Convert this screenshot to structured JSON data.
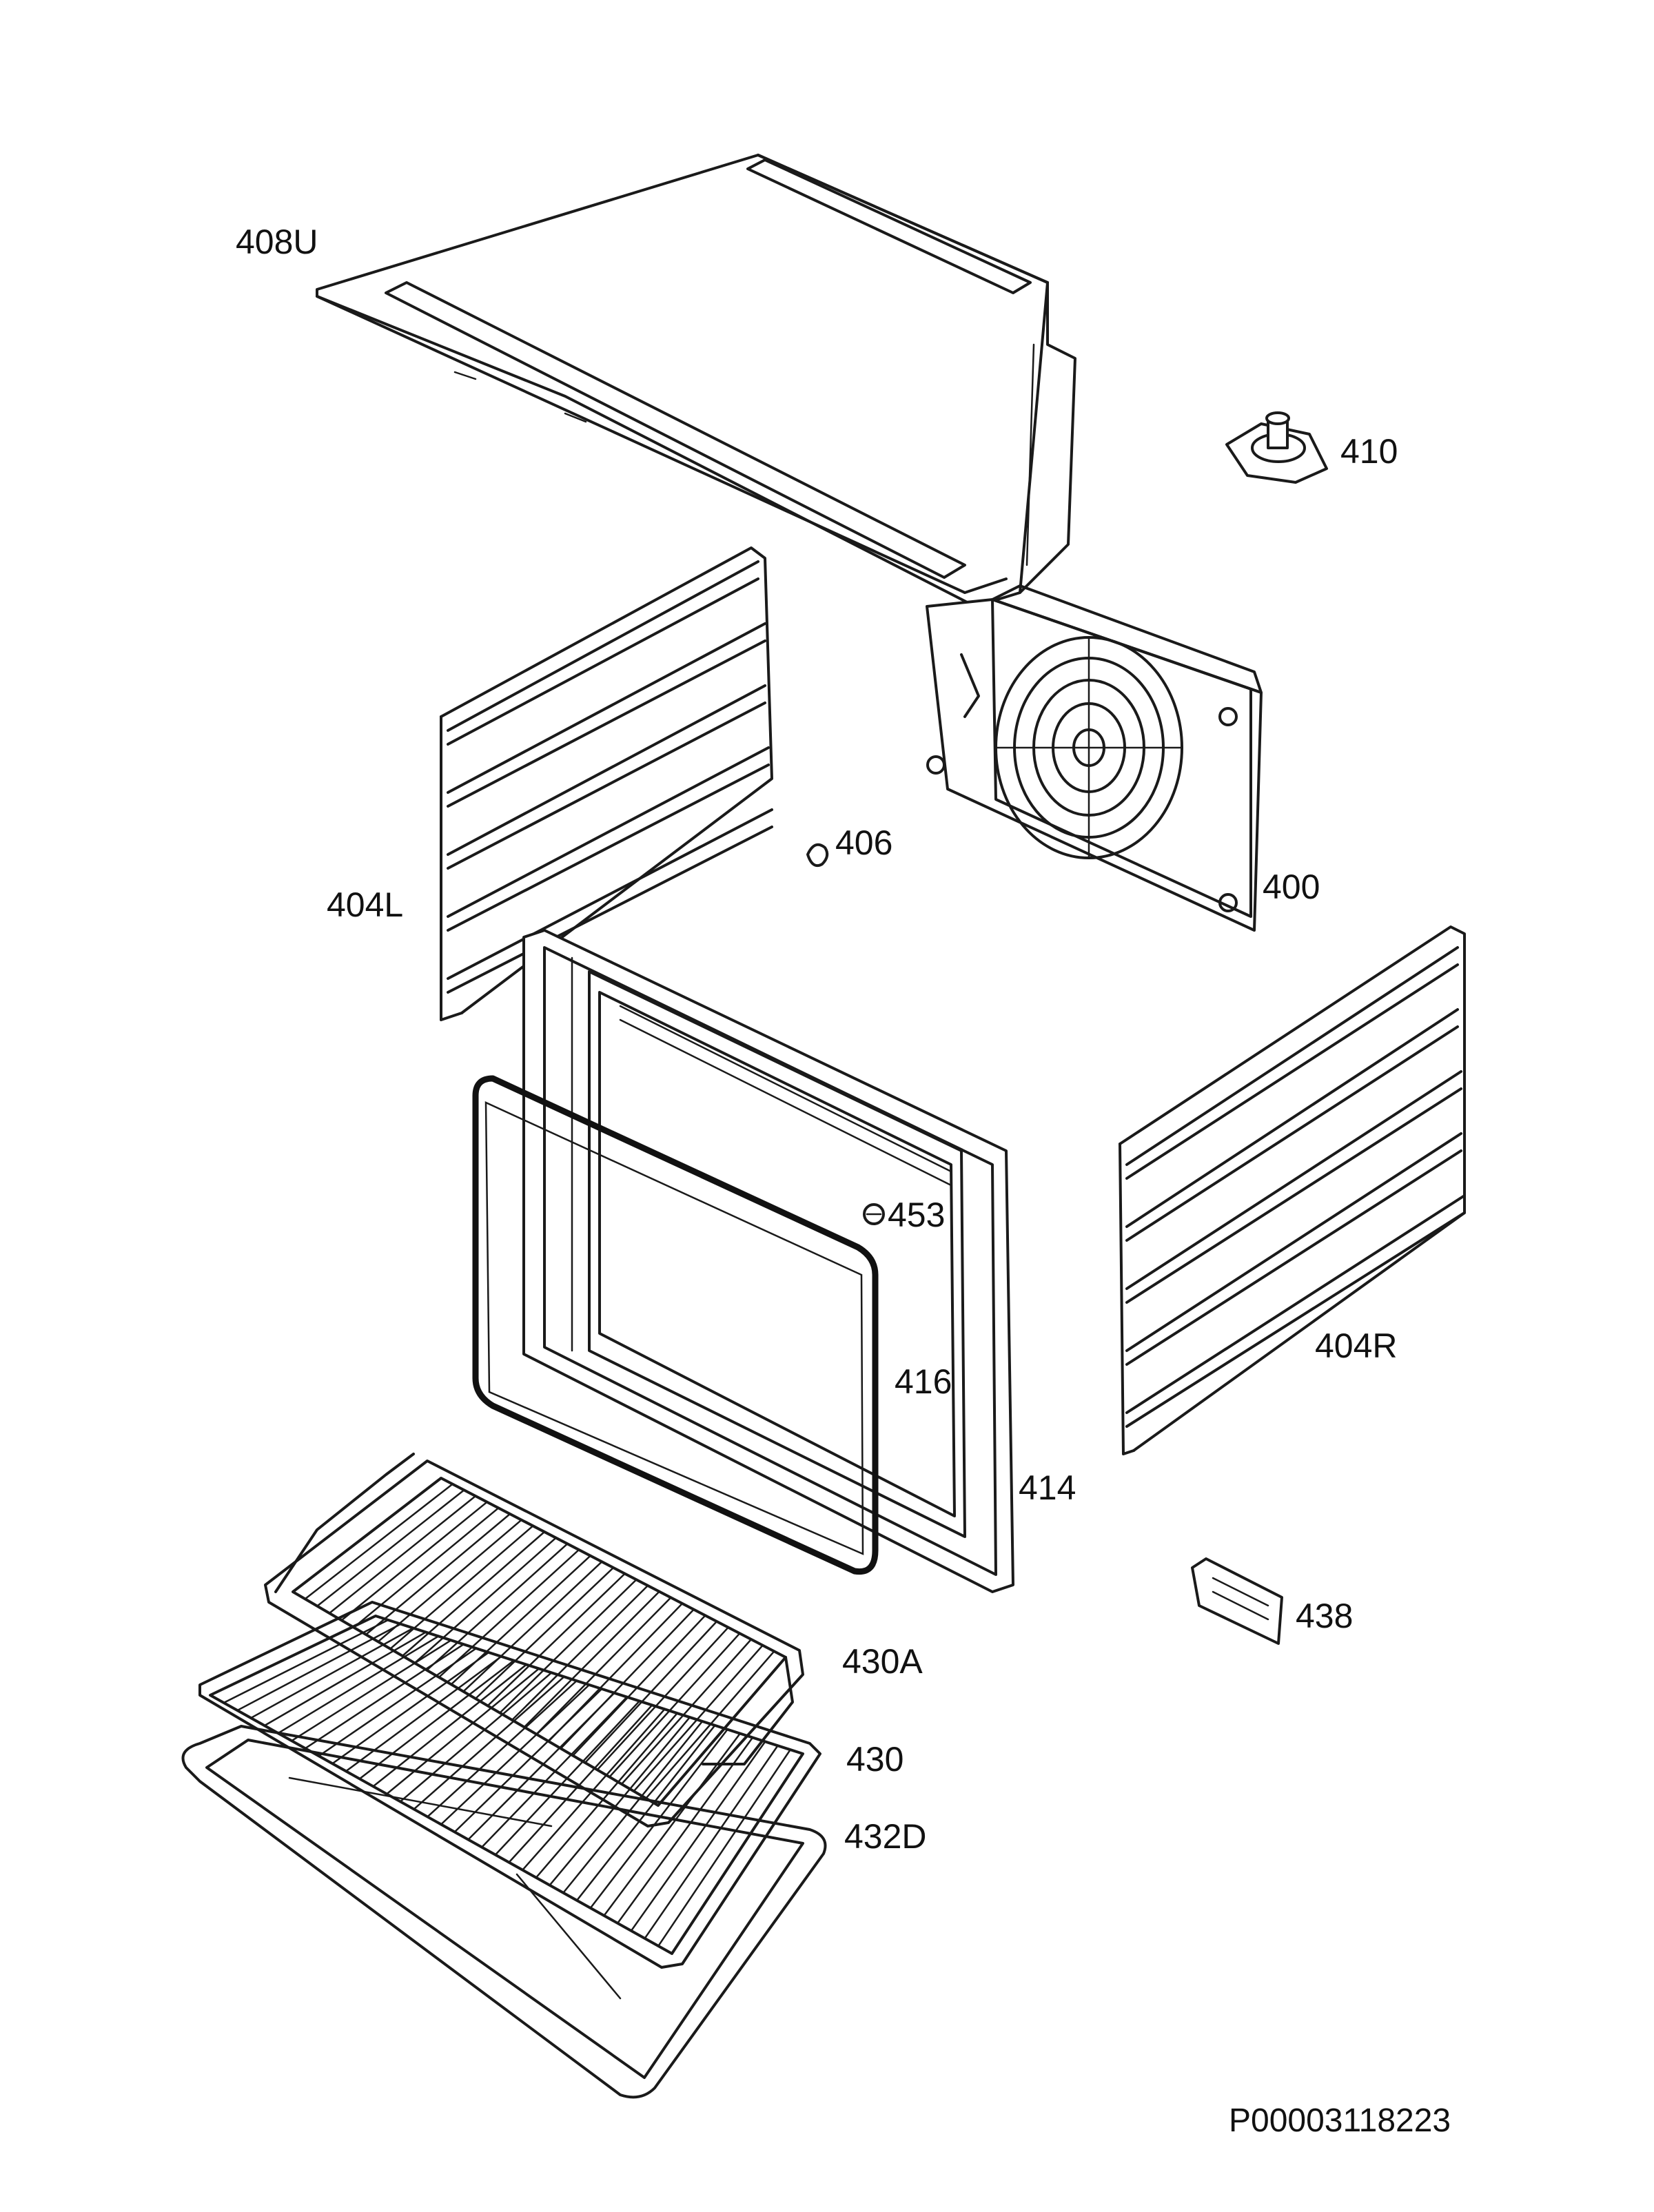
{
  "parts": [
    {
      "id": "p408u",
      "label": "408U"
    },
    {
      "id": "p410",
      "label": "410"
    },
    {
      "id": "p406",
      "label": "406"
    },
    {
      "id": "p400",
      "label": "400"
    },
    {
      "id": "p404l",
      "label": "404L"
    },
    {
      "id": "p453",
      "label": "453"
    },
    {
      "id": "p404r",
      "label": "404R"
    },
    {
      "id": "p416",
      "label": "416"
    },
    {
      "id": "p414",
      "label": "414"
    },
    {
      "id": "p438",
      "label": "438"
    },
    {
      "id": "p430a",
      "label": "430A"
    },
    {
      "id": "p430",
      "label": "430"
    },
    {
      "id": "p432d",
      "label": "432D"
    }
  ],
  "drawing_reference": "P00003118223"
}
